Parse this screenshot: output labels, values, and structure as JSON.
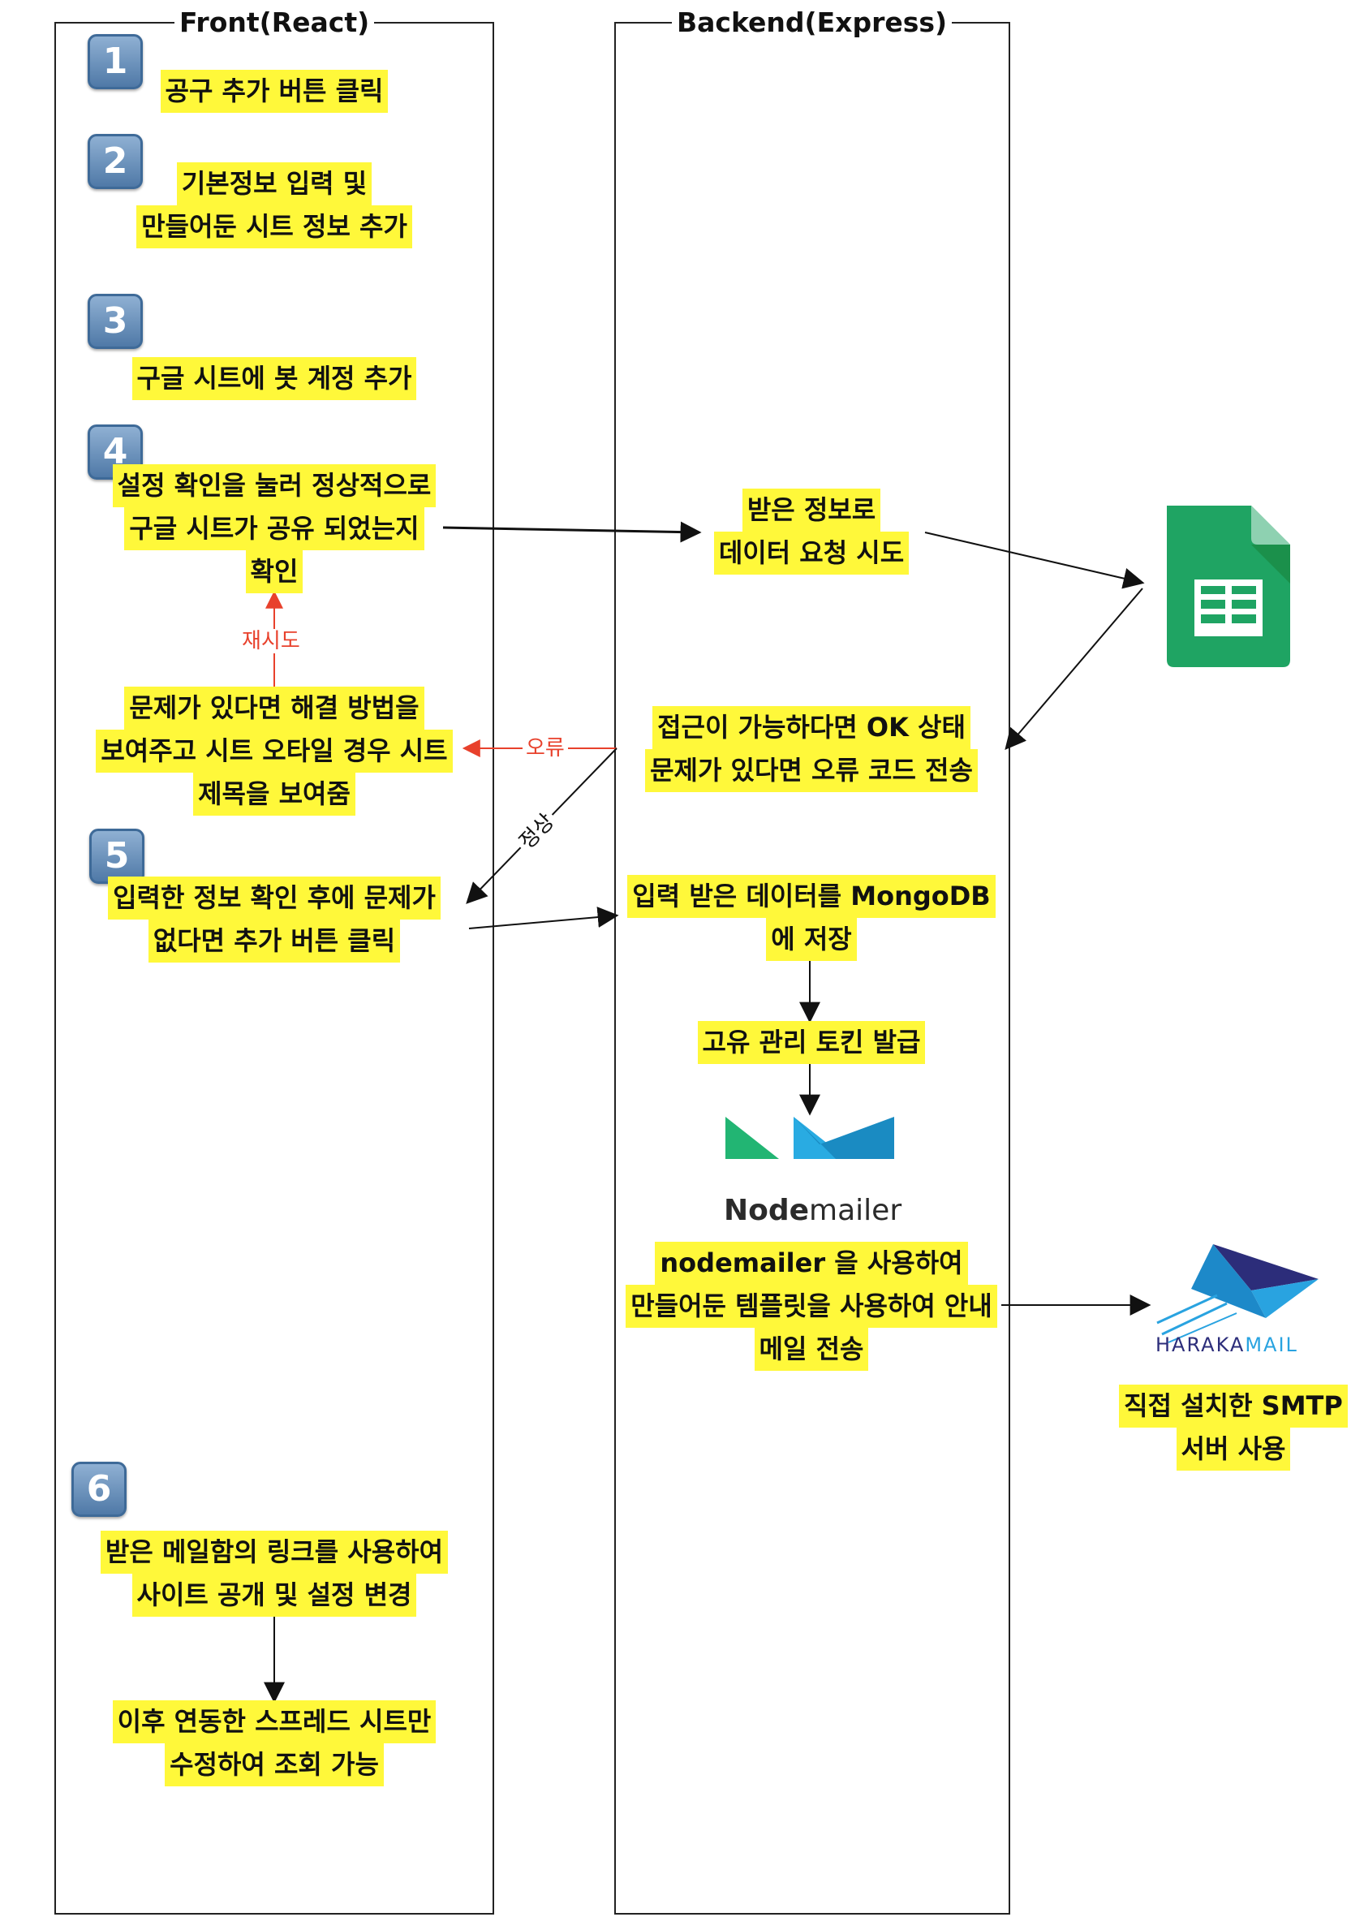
{
  "lanes": {
    "front": "Front(React)",
    "backend": "Backend(Express)"
  },
  "steps": {
    "s1": "1",
    "s2": "2",
    "s3": "3",
    "s4": "4",
    "s5": "5",
    "s6": "6"
  },
  "front": {
    "add_button": [
      "공구 추가 버튼 클릭"
    ],
    "basic_info": [
      "기본정보 입력 및",
      "만들어둔 시트 정보 추가"
    ],
    "bot_account": [
      "구글 시트에 봇 계정 추가"
    ],
    "check_share": [
      "설정 확인을 눌러 정상적으로",
      "구글 시트가 공유 되었는지",
      "확인"
    ],
    "show_fix": [
      "문제가 있다면 해결 방법을",
      "보여주고 시트 오타일 경우 시트",
      "제목을 보여줌"
    ],
    "confirm_add": [
      "입력한 정보 확인 후에 문제가",
      "없다면 추가 버튼 클릭"
    ],
    "mail_link": [
      "받은 메일함의 링크를 사용하여",
      "사이트 공개 및 설정 변경"
    ],
    "edit_sheet": [
      "이후 연동한 스프레드 시트만",
      "수정하여 조회 가능"
    ]
  },
  "backend": {
    "request_data": [
      "받은 정보로",
      "데이터 요청 시도"
    ],
    "send_status": [
      "접근이 가능하다면 OK 상태",
      "문제가 있다면 오류 코드 전송"
    ],
    "save_mongo": [
      "입력 받은 데이터를 MongoDB",
      "에 저장"
    ],
    "issue_token": [
      "고유 관리 토킨 발급"
    ],
    "send_mail": [
      "nodemailer 을 사용하여",
      "만들어둔 템플릿을 사용하여 안내",
      "메일 전송"
    ]
  },
  "external": {
    "smtp": [
      "직접 설치한 SMTP",
      "서버 사용"
    ]
  },
  "edge_labels": {
    "retry": "재시도",
    "error": "오류",
    "normal": "정상"
  },
  "logos": {
    "nodemailer_bold": "Node",
    "nodemailer_light": "mailer",
    "haraka_dark": "HARAKA",
    "haraka_light": "MAIL",
    "sheets_icon": "google-sheets-icon"
  },
  "colors": {
    "highlight": "#fff83a",
    "error_arrow": "#e8412c",
    "sheets_green": "#1fa463",
    "haraka_blue": "#29a3e0",
    "haraka_navy": "#2c2d7a",
    "nodemailer_green": "#22b573",
    "nodemailer_blue": "#29abe2"
  }
}
